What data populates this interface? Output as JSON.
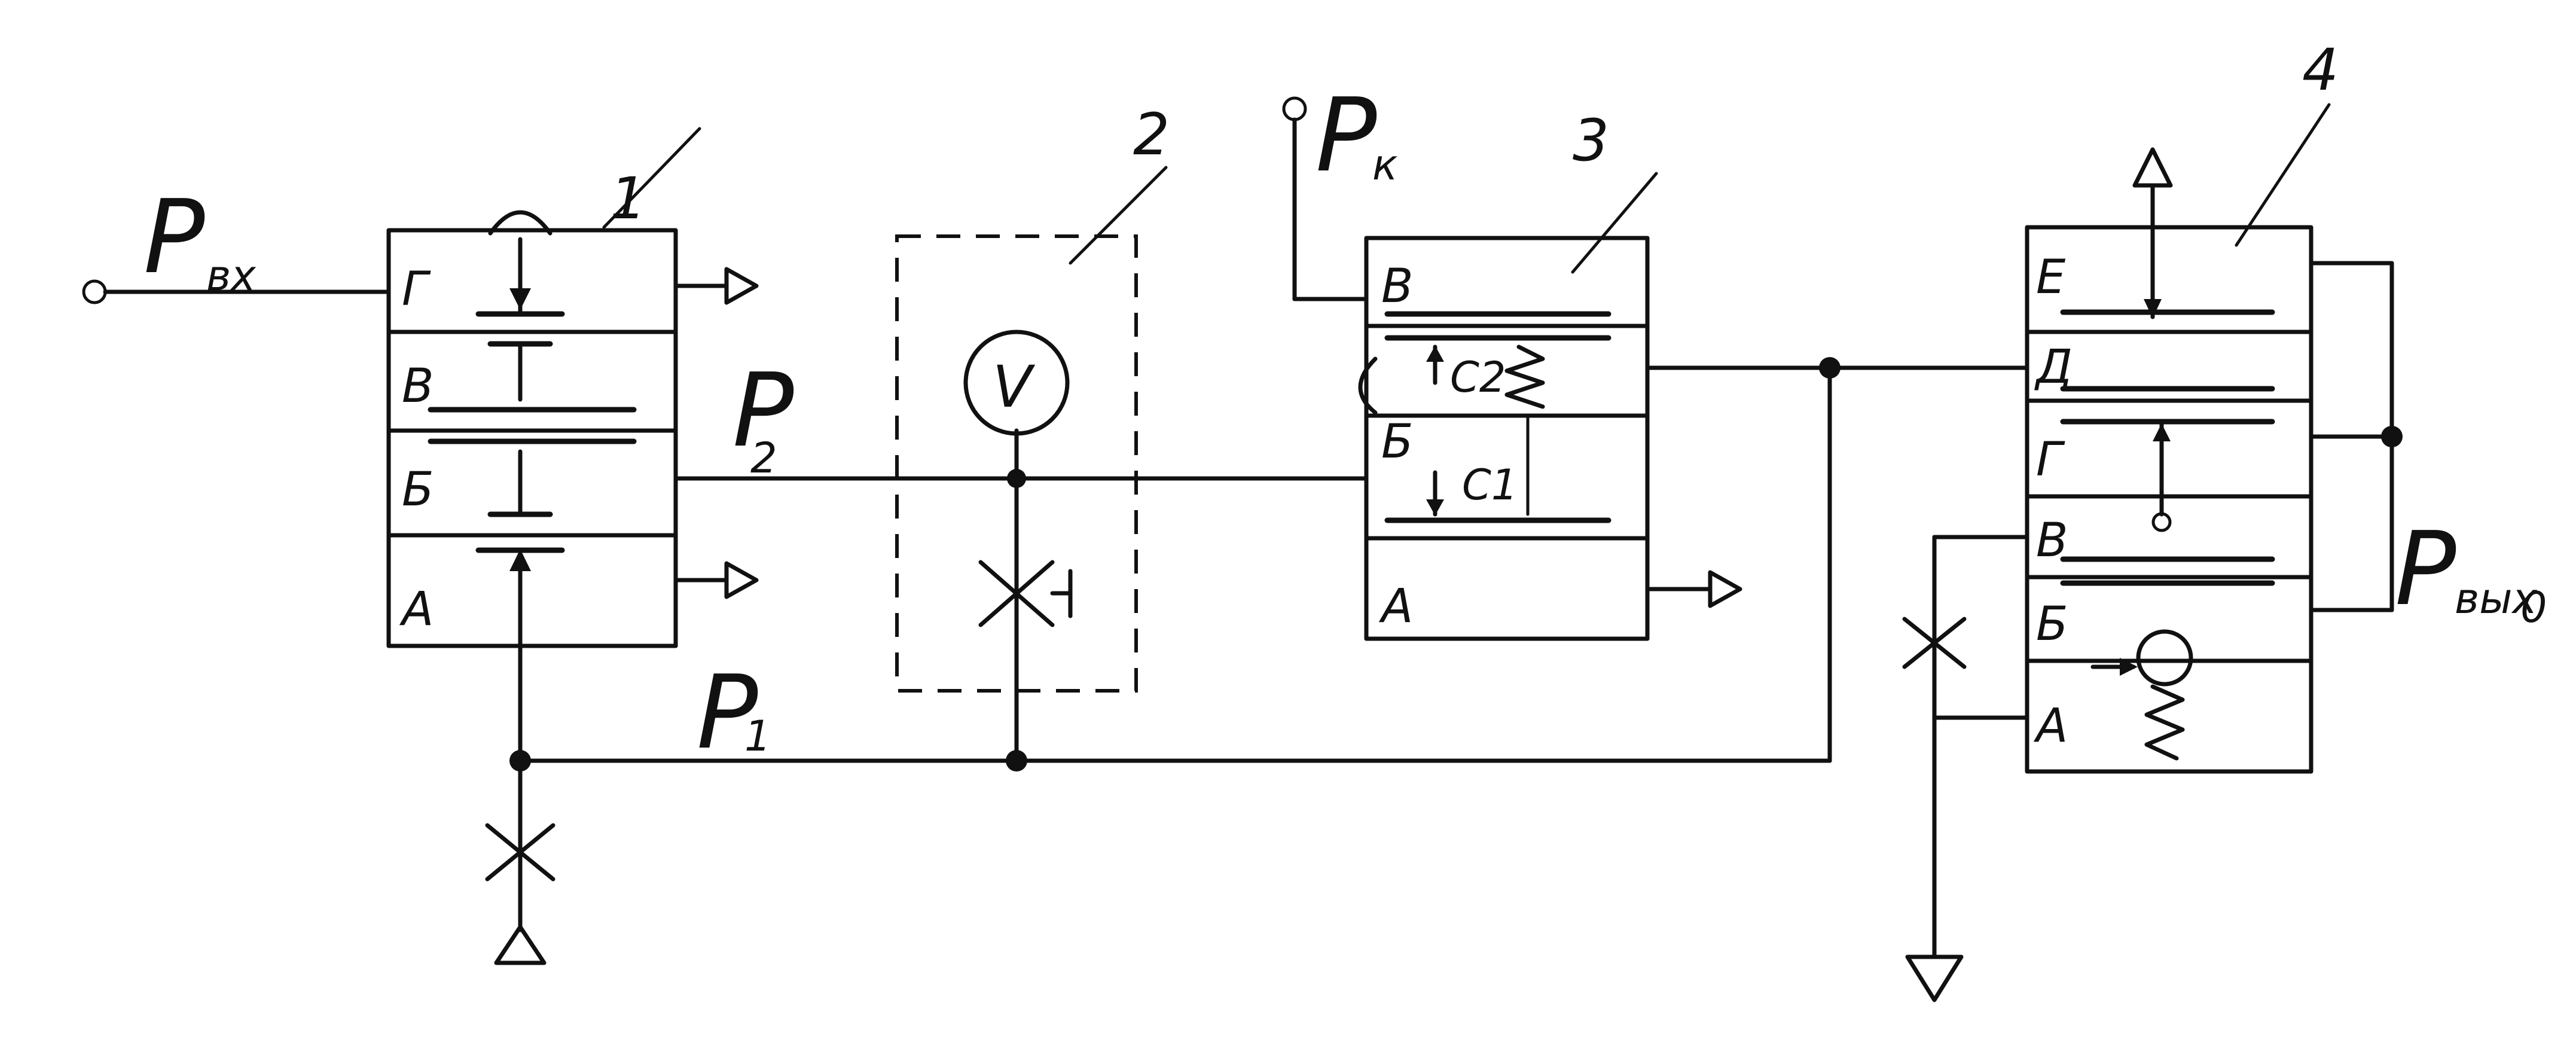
{
  "signals": {
    "p_in": "P",
    "p_in_sub": "вх",
    "p1": "P",
    "p1_sub": "1",
    "p2": "P",
    "p2_sub": "2",
    "pk": "P",
    "pk_sub": "к",
    "p_out": "P",
    "p_out_sub": "вых",
    "p_out_suffix": "0"
  },
  "blocks": [
    {
      "number": "1",
      "chambers": [
        "Г",
        "В",
        "Б",
        "А"
      ]
    },
    {
      "number": "2",
      "gauge": "V"
    },
    {
      "number": "3",
      "chambers": [
        "В",
        "Б",
        "А"
      ],
      "springs": [
        "С2",
        "С1"
      ]
    },
    {
      "number": "4",
      "chambers": [
        "Е",
        "Д",
        "Г",
        "В",
        "Б",
        "А"
      ]
    }
  ]
}
